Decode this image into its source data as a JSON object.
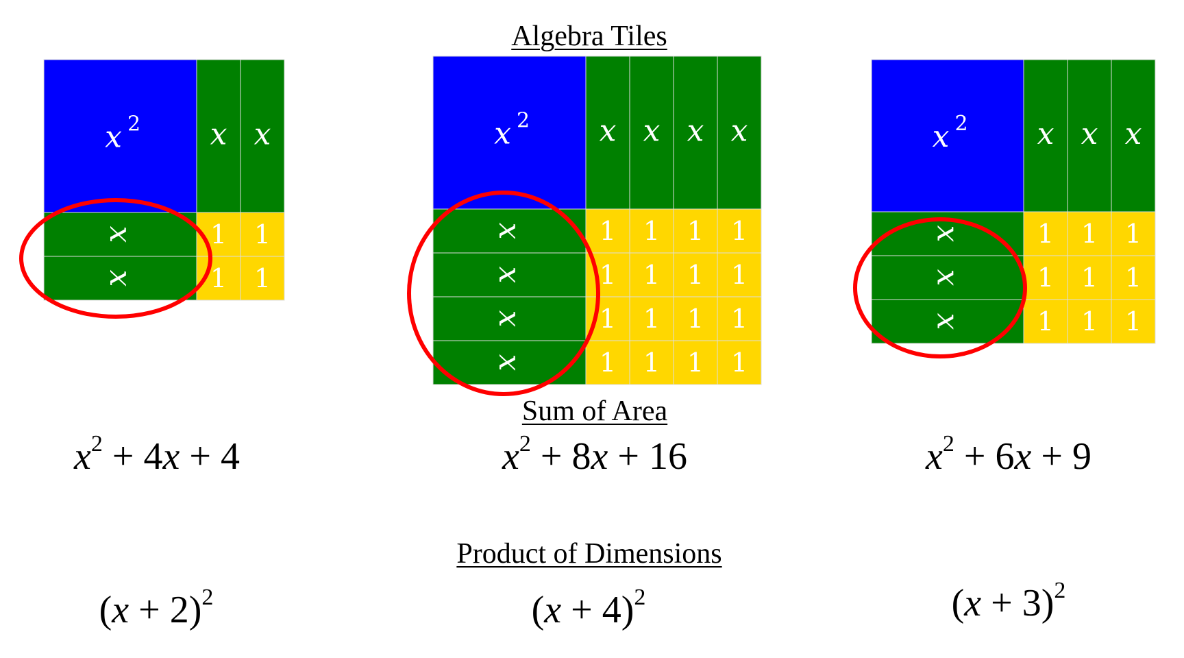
{
  "headings": {
    "algebra_tiles": "Algebra Tiles",
    "sum_of_area": "Sum of Area",
    "product_of_dimensions": "Product of Dimensions"
  },
  "tile_labels": {
    "square": "x",
    "square_exp": "2",
    "rod": "x",
    "unit": "1"
  },
  "colors": {
    "square": "#0000ff",
    "rod": "#008000",
    "unit": "#ffd700",
    "circle": "#ff0000"
  },
  "panels": [
    {
      "n": 2,
      "sum": {
        "a": "x",
        "a_exp": "2",
        "rest": " + 4",
        "b": "x",
        "tail": " + 4"
      },
      "product": {
        "open": "(",
        "var": "x",
        "rest": " + 2)",
        "exp": "2"
      }
    },
    {
      "n": 4,
      "sum": {
        "a": "x",
        "a_exp": "2",
        "rest": " + 8",
        "b": "x",
        "tail": " + 16"
      },
      "product": {
        "open": "(",
        "var": "x",
        "rest": " + 4)",
        "exp": "2"
      }
    },
    {
      "n": 3,
      "sum": {
        "a": "x",
        "a_exp": "2",
        "rest": " + 6",
        "b": "x",
        "tail": " + 9"
      },
      "product": {
        "open": "(",
        "var": "x",
        "rest": " + 3)",
        "exp": "2"
      }
    }
  ]
}
